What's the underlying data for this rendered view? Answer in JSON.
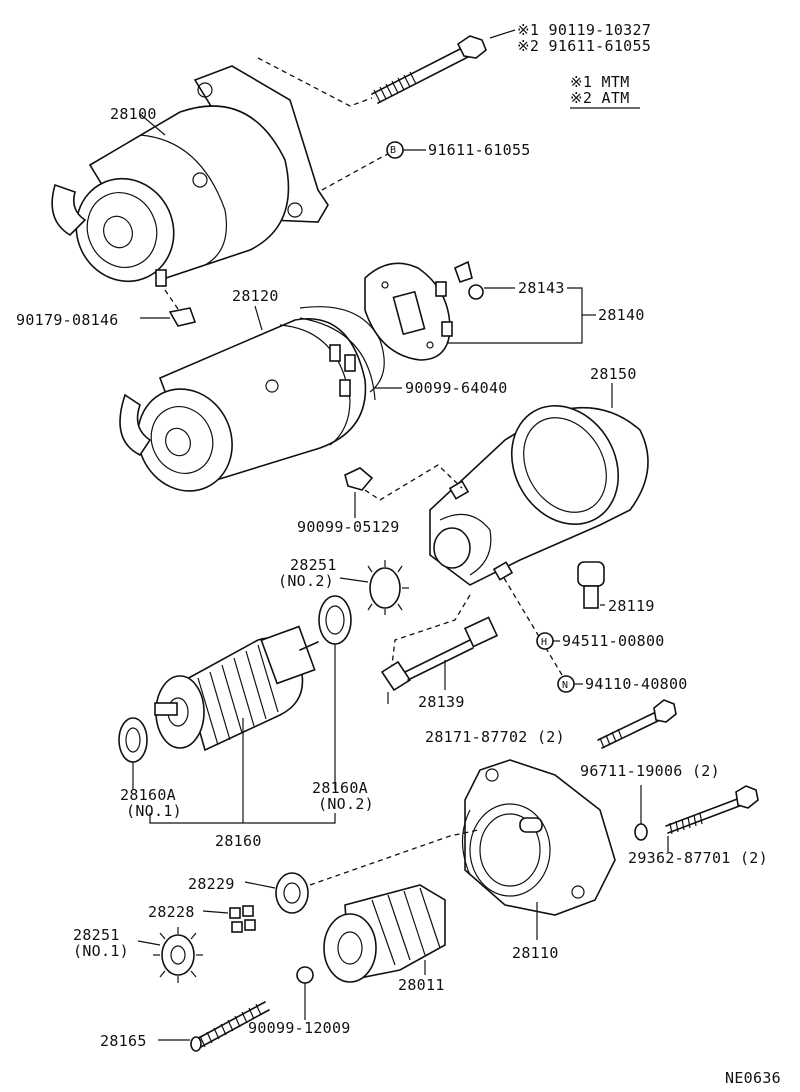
{
  "labels": {
    "p28100": "28100",
    "note1": "※1 90119-10327",
    "note2": "※2 91611-61055",
    "legend1": "※1 MTM",
    "legend2": "※2 ATM",
    "b_bolt": "91611-61055",
    "b_marker": "B",
    "p90179": "90179-08146",
    "p28120": "28120",
    "p28143": "28143",
    "p28140": "28140",
    "p90099_64040": "90099-64040",
    "p28150": "28150",
    "p90099_05129": "90099-05129",
    "p28251_2a": "28251",
    "p28251_2b": "(NO.2)",
    "p28119": "28119",
    "p94511": "94511-00800",
    "h_marker": "H",
    "p94110": "94110-40800",
    "n_marker": "N",
    "p28139": "28139",
    "p28171": "28171-87702 (2)",
    "p96711": "96711-19006 (2)",
    "p28160A_1a": "28160A",
    "p28160A_1b": "(NO.1)",
    "p28160A_2a": "28160A",
    "p28160A_2b": "(NO.2)",
    "p28160": "28160",
    "p29362": "29362-87701 (2)",
    "p28229": "28229",
    "p28228": "28228",
    "p28251_1a": "28251",
    "p28251_1b": "(NO.1)",
    "p28110": "28110",
    "p28011": "28011",
    "p28165": "28165",
    "p90099_12009": "90099-12009",
    "code": "NE0636"
  }
}
